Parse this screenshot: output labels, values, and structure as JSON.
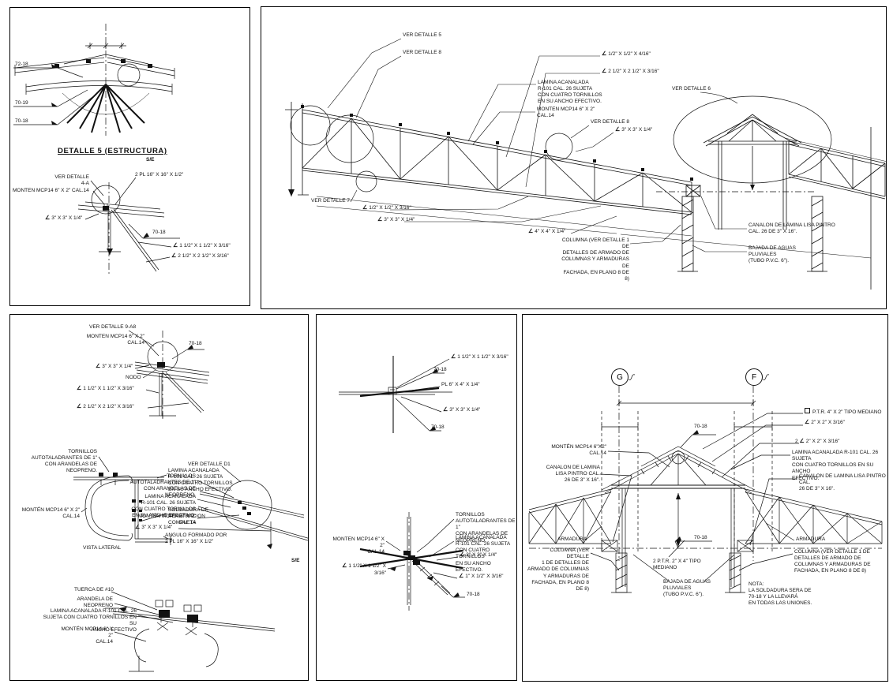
{
  "p1": {
    "title": "DETALLE 5 (ESTRUCTURA)",
    "scale": "S/E",
    "weld_a": "72-18",
    "weld_b": "70-19",
    "weld_c": "70-18",
    "ver_detalle": "VER DETALLE\n4-A",
    "monten": "MONTEN MCP14 6\" X 2\" CAL.14",
    "placas": "2 PL 16\" X 16\" X 1/2\"",
    "ang_3x3": "3\" X 3\" X 1/4\"",
    "weld_d": "70-18",
    "ang_15": "1 1/2\" X 1 1/2\" X 3/16\"",
    "ang_25": "2 1/2\" X 2 1/2\" X 3/16\""
  },
  "p2": {
    "ver_detalle_5": "VER DETALLE 5",
    "ver_detalle_8": "VER DETALLE 8",
    "ang_05": "1/2\" X 1/2\" X 4/16\"",
    "ang_25": "2 1/2\" X 2 1/2\" X 3/16\"",
    "lamina": "LAMINA ACANALADA\nR-101 CAL. 26 SUJETA\nCON CUATRO TORNILLOS\nEN SU ANCHO EFECTIVO.",
    "monten": "MONTEN MCP14 6\" X 2\"\nCAL.14",
    "ver_detalle_8b": "VER DETALLE 8",
    "ang_3x3": "3\" X 3\" X 1/4\"",
    "ver_detalle_6": "VER DETALLE 6",
    "ver_detalle_7": "VER DETALLE 7",
    "ang_05b": "1/2\" X 1/2\" X 3/16\"",
    "ang_3x3b": "3\" X 3\" X 1/4\"",
    "ang_4x4": "4\" X 4\" X 1/4\"",
    "canalon": "CANALON DE LÁMINA LISA PINTRO\nCAL. 26 DE 3\" X 16\".",
    "columna": "COLUMNA (VER DETALLE 1 DE\nDETALLES DE ARMADO DE\nCOLUMNAS Y ARMADURAS DE\nFACHADA, EN PLANO 8 DE 8)",
    "bajada": "BAJADA DE AGUAS\nPLUVIALES\n(TUBO P.V.C. 6\")."
  },
  "p3": {
    "ver_detalle_9": "VER DETALLE 9-A8",
    "monten_a": "MONTEN MCP14 6\" X 2\"\nCAL.14",
    "weld_a": "70-18",
    "ang_3x3": "3\" X 3\" X 1/4\"",
    "nodo": "NODO",
    "ang_15": "1 1/2\" X 1 1/2\" X 3/16\"",
    "ang_25": "2 1/2\" X 2 1/2\" X 3/16\"",
    "tornillos_a": "TORNILLOS\nAUTOTALADRANTES DE 1\"\nCON ARANDELAS DE\nNEOPRENO.",
    "lamina_a": "LAMINA ACANALADA\nR-101 CAL. 26 SUJETA\nCON CUATRO TORNILLOS\nEN SU ANCHO EFECTIVO.",
    "monten_b": "MONTÉN MCP14 6\" X 2\"\nCAL.14",
    "soldadura": "SOLDADURA DE\nPENETRACION\nCOMPLETA",
    "angulo": "ANGULO FORMADO POR\n2 PL 16\" X 16\" X 1/2\"",
    "vista": "VISTA LATERAL",
    "ver_detalle_d1": "VER DETALLE D1",
    "tornillos_b": "TORNILLOS\nAUTOTALADRANTES DE 1\"\nCON ARANDELAS DE\nNEOPRENO.",
    "lamina_b": "LAMINA ACANALADA\nR-101 CAL. 26 SUJETA\nCON CUATRO TORNILLOS\nEN SU ANCHO EFECTIVO.",
    "monten_c": "MONTÉN MCP14 6\" X 2\"\nCAL.14",
    "ang_3x3b": "3\" X 3\" X 1/4\"",
    "scale": "S/E",
    "tuerca": "TUERCA DE #10",
    "arandela": "ARANDELA DE\nNEOPRENO",
    "lamina_c": "LAMINA ACANALADA R-101 CAL. 26\nSUJETA CON CUATRO TORNILLOS EN SU\nANCHO EFECTIVO",
    "monten_d": "MONTÉN MCP14 6\" X 2\"\nCAL.14"
  },
  "p4": {
    "ang_15": "1 1/2\" X 1 1/2\" X 3/16\"",
    "weld_a": "70-18",
    "placa": "PL 6\" X 4\" X 1/4\"",
    "ang_3x3": "3\" X 3\" X 1/4\"",
    "weld_b": "70-18",
    "tornillos": "TORNILLOS\nAUTOTALADRANTES DE 1\"\nCON ARANDELAS DE\nNEOPRENO.",
    "lamina": "LÁMINA ACANALADA\nR-101 CAL. 26 SUJETA\nCON CUATRO TORNILLOS\nEN SU ANCHO EFECTIVO.",
    "monten": "MONTEN MCP14 6\" X 2\"\nCAL.14",
    "ang_3x3b": "3\" X 3\" X 1/4\"",
    "ang_15b": "1 1/2\" X 1 1/2\" X\n3/16\"",
    "ang_05": "1\" X 1/2\" X 3/16\"",
    "weld_c": "70-18"
  },
  "p5": {
    "grid_g": "G",
    "grid_f": "F",
    "ptr": "P.T.R. 4\" X 2\" TIPO MEDIANO",
    "ang_2x2": "2\" X 2\" X 3/16\"",
    "pair_qty": "2",
    "ang_2x2b": "2\" X 2\" X 3/16\"",
    "lamina": "LAMINA ACANALADA R-101 CAL. 26 SUJETA\nCON CUATRO TORNILLOS EN SU ANCHO\nEFECTIVO.",
    "canalon_r": "CANALON DE LAMINA LISA PINTRO CAL.\n26 DE 3\" X 16\".",
    "monten": "MONTÉN MCP14 6\"X2\"\nCAL.14",
    "canalon_l": "CANALON DE LAMINA\nLISA PINTRO CAL.\n26 DE 3\" X 16\".",
    "weld_a": "70-18",
    "weld_b": "70-18",
    "armadura_l": "ARMADURA",
    "armadura_r": "ARMADURA",
    "columna_l": "COLUMNA (VER DETALLE\n1 DE DETALLES DE\nARMADO DE COLUMNAS\nY ARMADURAS DE\nFACHADA, EN PLANO 8\nDE 8)",
    "columna_r": "COLUMNA (VER DETALLE 1 DE\nDETALLES DE ARMADO DE\nCOLUMNAS Y ARMADURAS DE\nFACHADA, EN PLANO 8 DE 8)",
    "ptr2": "2 P.T.R. 2\" X 4\" TIPO\nMEDIANO",
    "bajada": "BAJADA DE AGUAS\nPLUVIALES\n(TUBO P.V.C. 6\").",
    "nota": "NOTA:\nLA SOLDADURA SERA DE\n70-18 Y LA LLEVARÁ\nEN TODAS LAS UNIONES."
  }
}
